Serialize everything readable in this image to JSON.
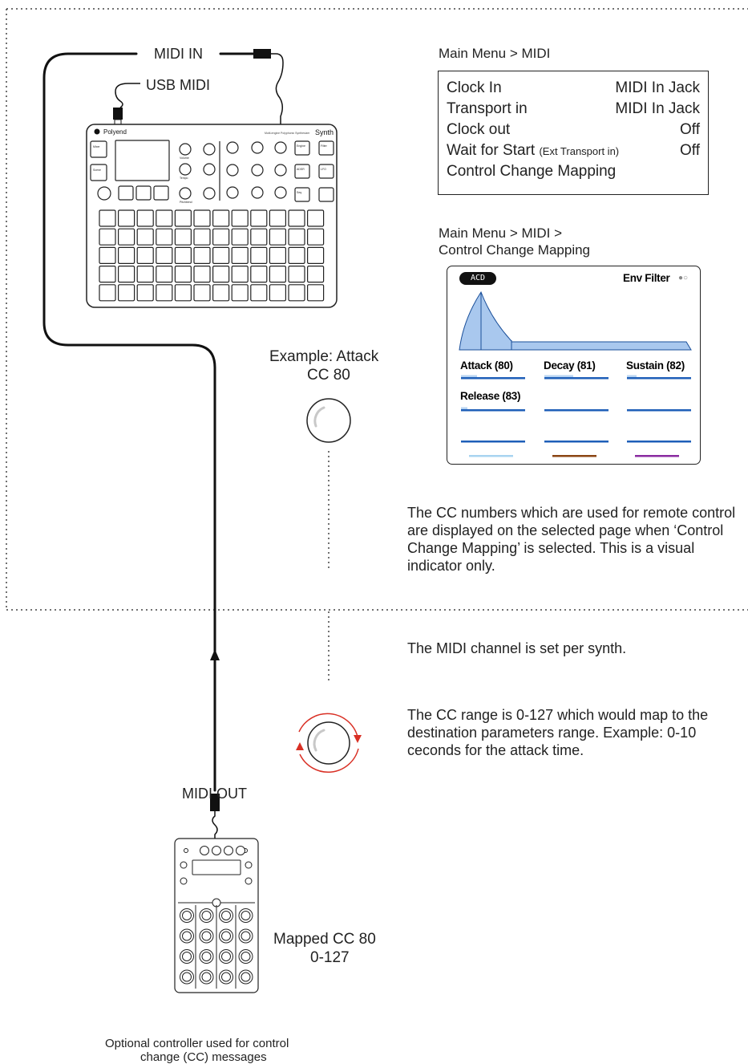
{
  "labels": {
    "midi_in": "MIDI IN",
    "usb_midi": "USB MIDI",
    "midi_out": "MIDI OUT",
    "example_attack_line1": "Example: Attack",
    "example_attack_line2": "CC 80",
    "mapped_line1": "Mapped CC 80",
    "mapped_line2": "0-127",
    "controller_line1": "Optional controller used for control",
    "controller_line2": "change (CC) messages"
  },
  "synth_device": {
    "brand": "Polyend",
    "subtitle": "Multi-engine Polyphonic Synthesizer",
    "name": "Synth",
    "left_buttons": [
      "Mixer",
      "Scene"
    ],
    "knob_labels": [
      "Volume",
      "Tempo",
      "Pitchbend"
    ],
    "right_buttons": [
      "Engine",
      "Filter",
      "ADSR",
      "LFO",
      "Seq"
    ]
  },
  "midi_menu": {
    "breadcrumb": "Main Menu > MIDI",
    "rows": [
      {
        "label": "Clock In",
        "note": "",
        "value": "MIDI In Jack"
      },
      {
        "label": "Transport in",
        "note": "",
        "value": "MIDI In Jack"
      },
      {
        "label": "Clock out",
        "note": "",
        "value": "Off"
      },
      {
        "label": "Wait for Start",
        "note": "(Ext Transport in)",
        "value": "Off"
      },
      {
        "label": "Control Change Mapping",
        "note": "",
        "value": ""
      }
    ]
  },
  "cc_screen": {
    "breadcrumb_line1": "Main Menu > MIDI >",
    "breadcrumb_line2": "Control Change Mapping",
    "engine_badge": "ACD",
    "page_title": "Env Filter",
    "page_dots": "●○",
    "params": [
      {
        "label": "Attack (80)",
        "level": 0.25
      },
      {
        "label": "Decay (81)",
        "level": 0.45
      },
      {
        "label": "Sustain (82)",
        "level": 0.15
      },
      {
        "label": "Release (83)",
        "level": 0.1
      },
      {
        "label": "",
        "level": 0
      },
      {
        "label": "",
        "level": 0
      },
      {
        "label": "",
        "level": 0
      },
      {
        "label": "",
        "level": 0
      },
      {
        "label": "",
        "level": 0
      }
    ],
    "footer_colors": [
      "#a8d4f0",
      "#8b4513",
      "#8a2ba0"
    ],
    "bar_color": "#1f5fb8",
    "envelope_fill": "#a9c8ee"
  },
  "descriptions": {
    "cc_display": "The CC numbers which are used for remote control are displayed on the selected page when ‘Control Change Mapping’ is selected. This is a visual indicator only.",
    "midi_channel": "The MIDI channel is set per synth.",
    "cc_range": "The CC range is 0-127 which would map to the destination parameters range. Example: 0-10 ceconds for the attack time."
  }
}
